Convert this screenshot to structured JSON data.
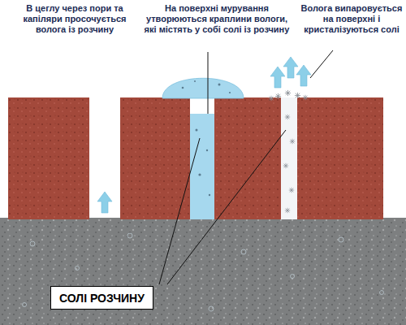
{
  "diagram": {
    "nodes": [
      {
        "text": [
          "СОЛІ РОЗЧИНУ"
        ]
      }
    ],
    "labels": [
      "В цеглу через пори та капіляри просочується волога із розчину",
      "На поверхні мурування утворюються краплини вологи, які містять у собі солі із розчину",
      "Волога випаровується на поверхні і кристалізуються солі"
    ]
  }
}
